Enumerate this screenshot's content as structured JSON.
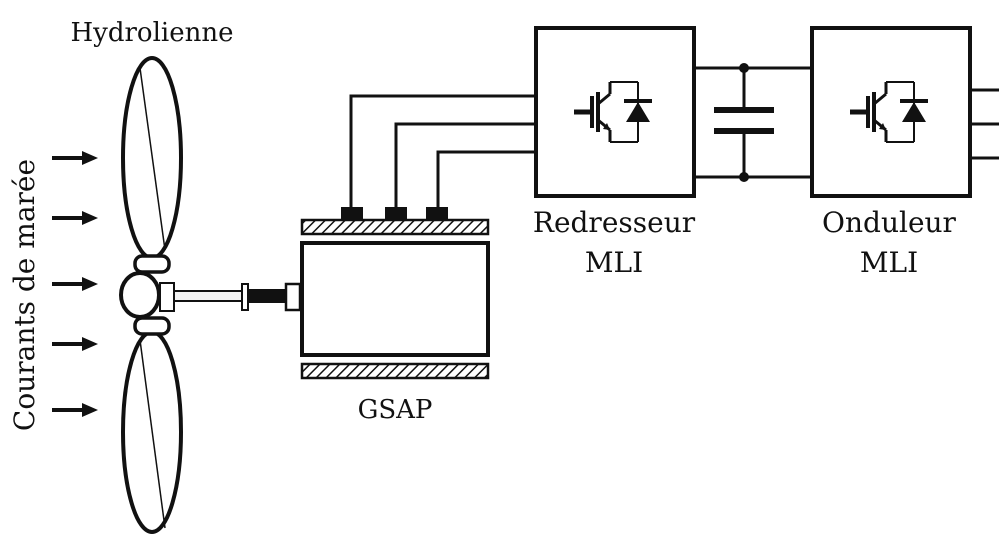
{
  "labels": {
    "turbine": "Hydrolienne",
    "currents": "Courants de marée",
    "generator": "GSAP",
    "rectifier_line1": "Redresseur",
    "rectifier_line2": "MLI",
    "inverter_line1": "Onduleur",
    "inverter_line2": "MLI"
  },
  "colors": {
    "stroke": "#111111",
    "background": "#ffffff",
    "shaft": "#f2f2f2"
  },
  "icons": {
    "current_arrows": "arrow-right-icon",
    "converter_symbol": "igbt-diode-icon",
    "dc_link": "capacitor-icon"
  }
}
